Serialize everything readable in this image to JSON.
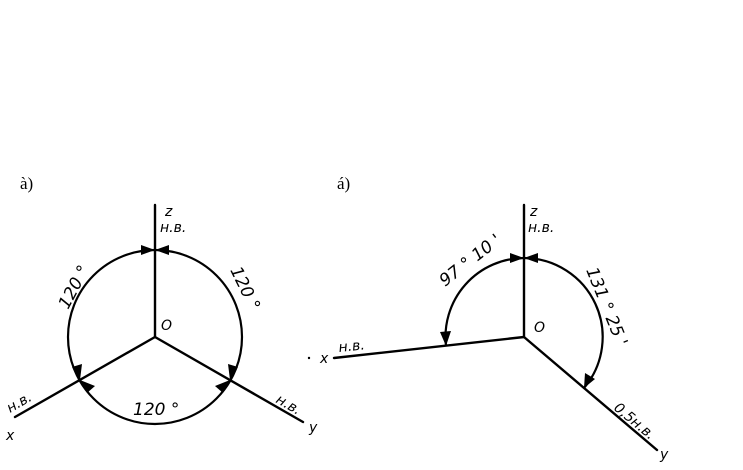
{
  "left_diagram": {
    "caption": "à)",
    "axis_z": "z",
    "axis_x": "x",
    "axis_y": "y",
    "origin": "O",
    "unit_z": "н.в.",
    "unit_x": "н.в.",
    "unit_y": "н.в.",
    "angle_zx": "120 °",
    "angle_zy": "120 °",
    "angle_xy": "120 °"
  },
  "right_diagram": {
    "caption": "á)",
    "axis_z": "z",
    "axis_x": "x",
    "axis_y": "y",
    "origin": "O",
    "unit_z": "н.в.",
    "unit_x": "н.в.",
    "unit_y": "0,5н.в.",
    "angle_zx": "97 ° 10 '",
    "angle_zy": "131 ° 25 '"
  },
  "colors": {
    "ink": "#000000",
    "background": "#ffffff"
  }
}
